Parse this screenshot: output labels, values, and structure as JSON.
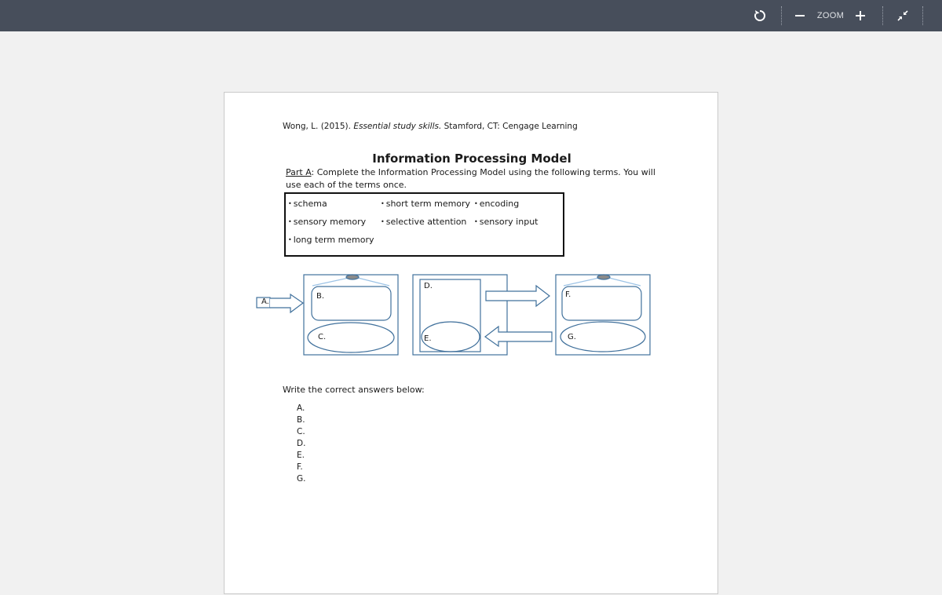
{
  "toolbar": {
    "rotate_icon": "rotate-icon",
    "zoom_out_icon": "minus-icon",
    "zoom_label": "ZOOM",
    "zoom_in_icon": "plus-icon",
    "collapse_icon": "collapse-arrows-icon",
    "background_color": "#474e5b"
  },
  "document": {
    "citation_prefix": "Wong, L. (2015). ",
    "citation_title": "Essential study skills.",
    "citation_suffix": "  Stamford, CT: Cengage Learning",
    "title": "Information Processing Model",
    "instructions_label": "Part A",
    "instructions_text": ":  Complete the Information Processing Model using the following terms.  You will use each of the terms once.",
    "terms": [
      "schema",
      "short term memory",
      "encoding",
      "sensory memory",
      "selective attention",
      "sensory input",
      "long term memory"
    ],
    "diagram_labels": {
      "a": "A.",
      "b": "B.",
      "c": "C.",
      "d": "D.",
      "e": "E.",
      "f": "F.",
      "g": "G."
    },
    "diagram_stroke_color": "#41719c",
    "answers_title": "Write the correct answers below:",
    "answers": [
      "A.",
      "B.",
      "C.",
      "D.",
      "E.",
      "F.",
      "G."
    ]
  }
}
